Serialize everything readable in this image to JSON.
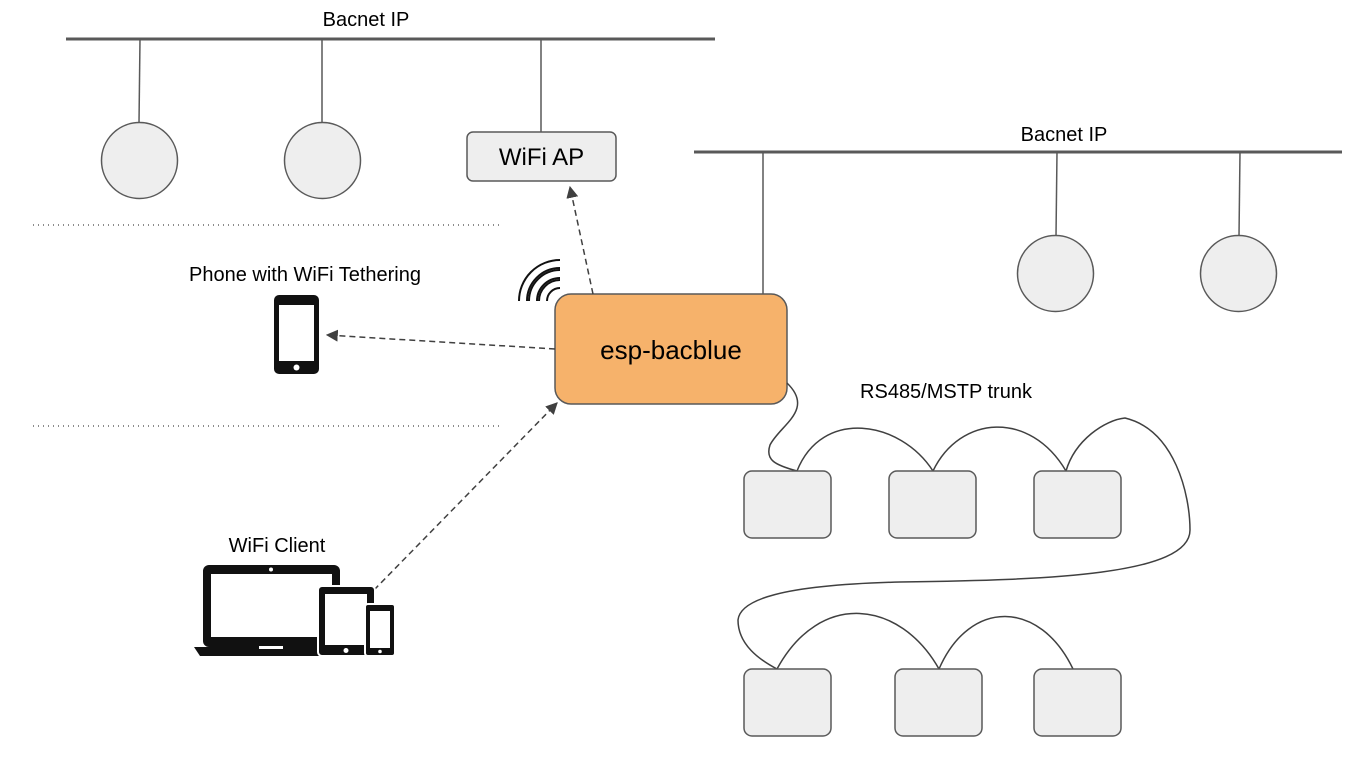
{
  "labels": {
    "bacnet_ip_left": "Bacnet IP",
    "bacnet_ip_right": "Bacnet IP",
    "wifi_ap": "WiFi AP",
    "phone": "Phone with WiFi Tethering",
    "esp": "esp-bacblue",
    "rs485": "RS485/MSTP trunk",
    "wifi_client": "WiFi Client"
  },
  "icons": {
    "wifi_signal": "wifi-signal-icon",
    "phone": "smartphone-icon",
    "client_devices": "laptop-tablet-phone-icon"
  },
  "colors": {
    "esp_fill": "#f6b26b",
    "node_fill": "#eeeeee",
    "line": "#595959"
  }
}
